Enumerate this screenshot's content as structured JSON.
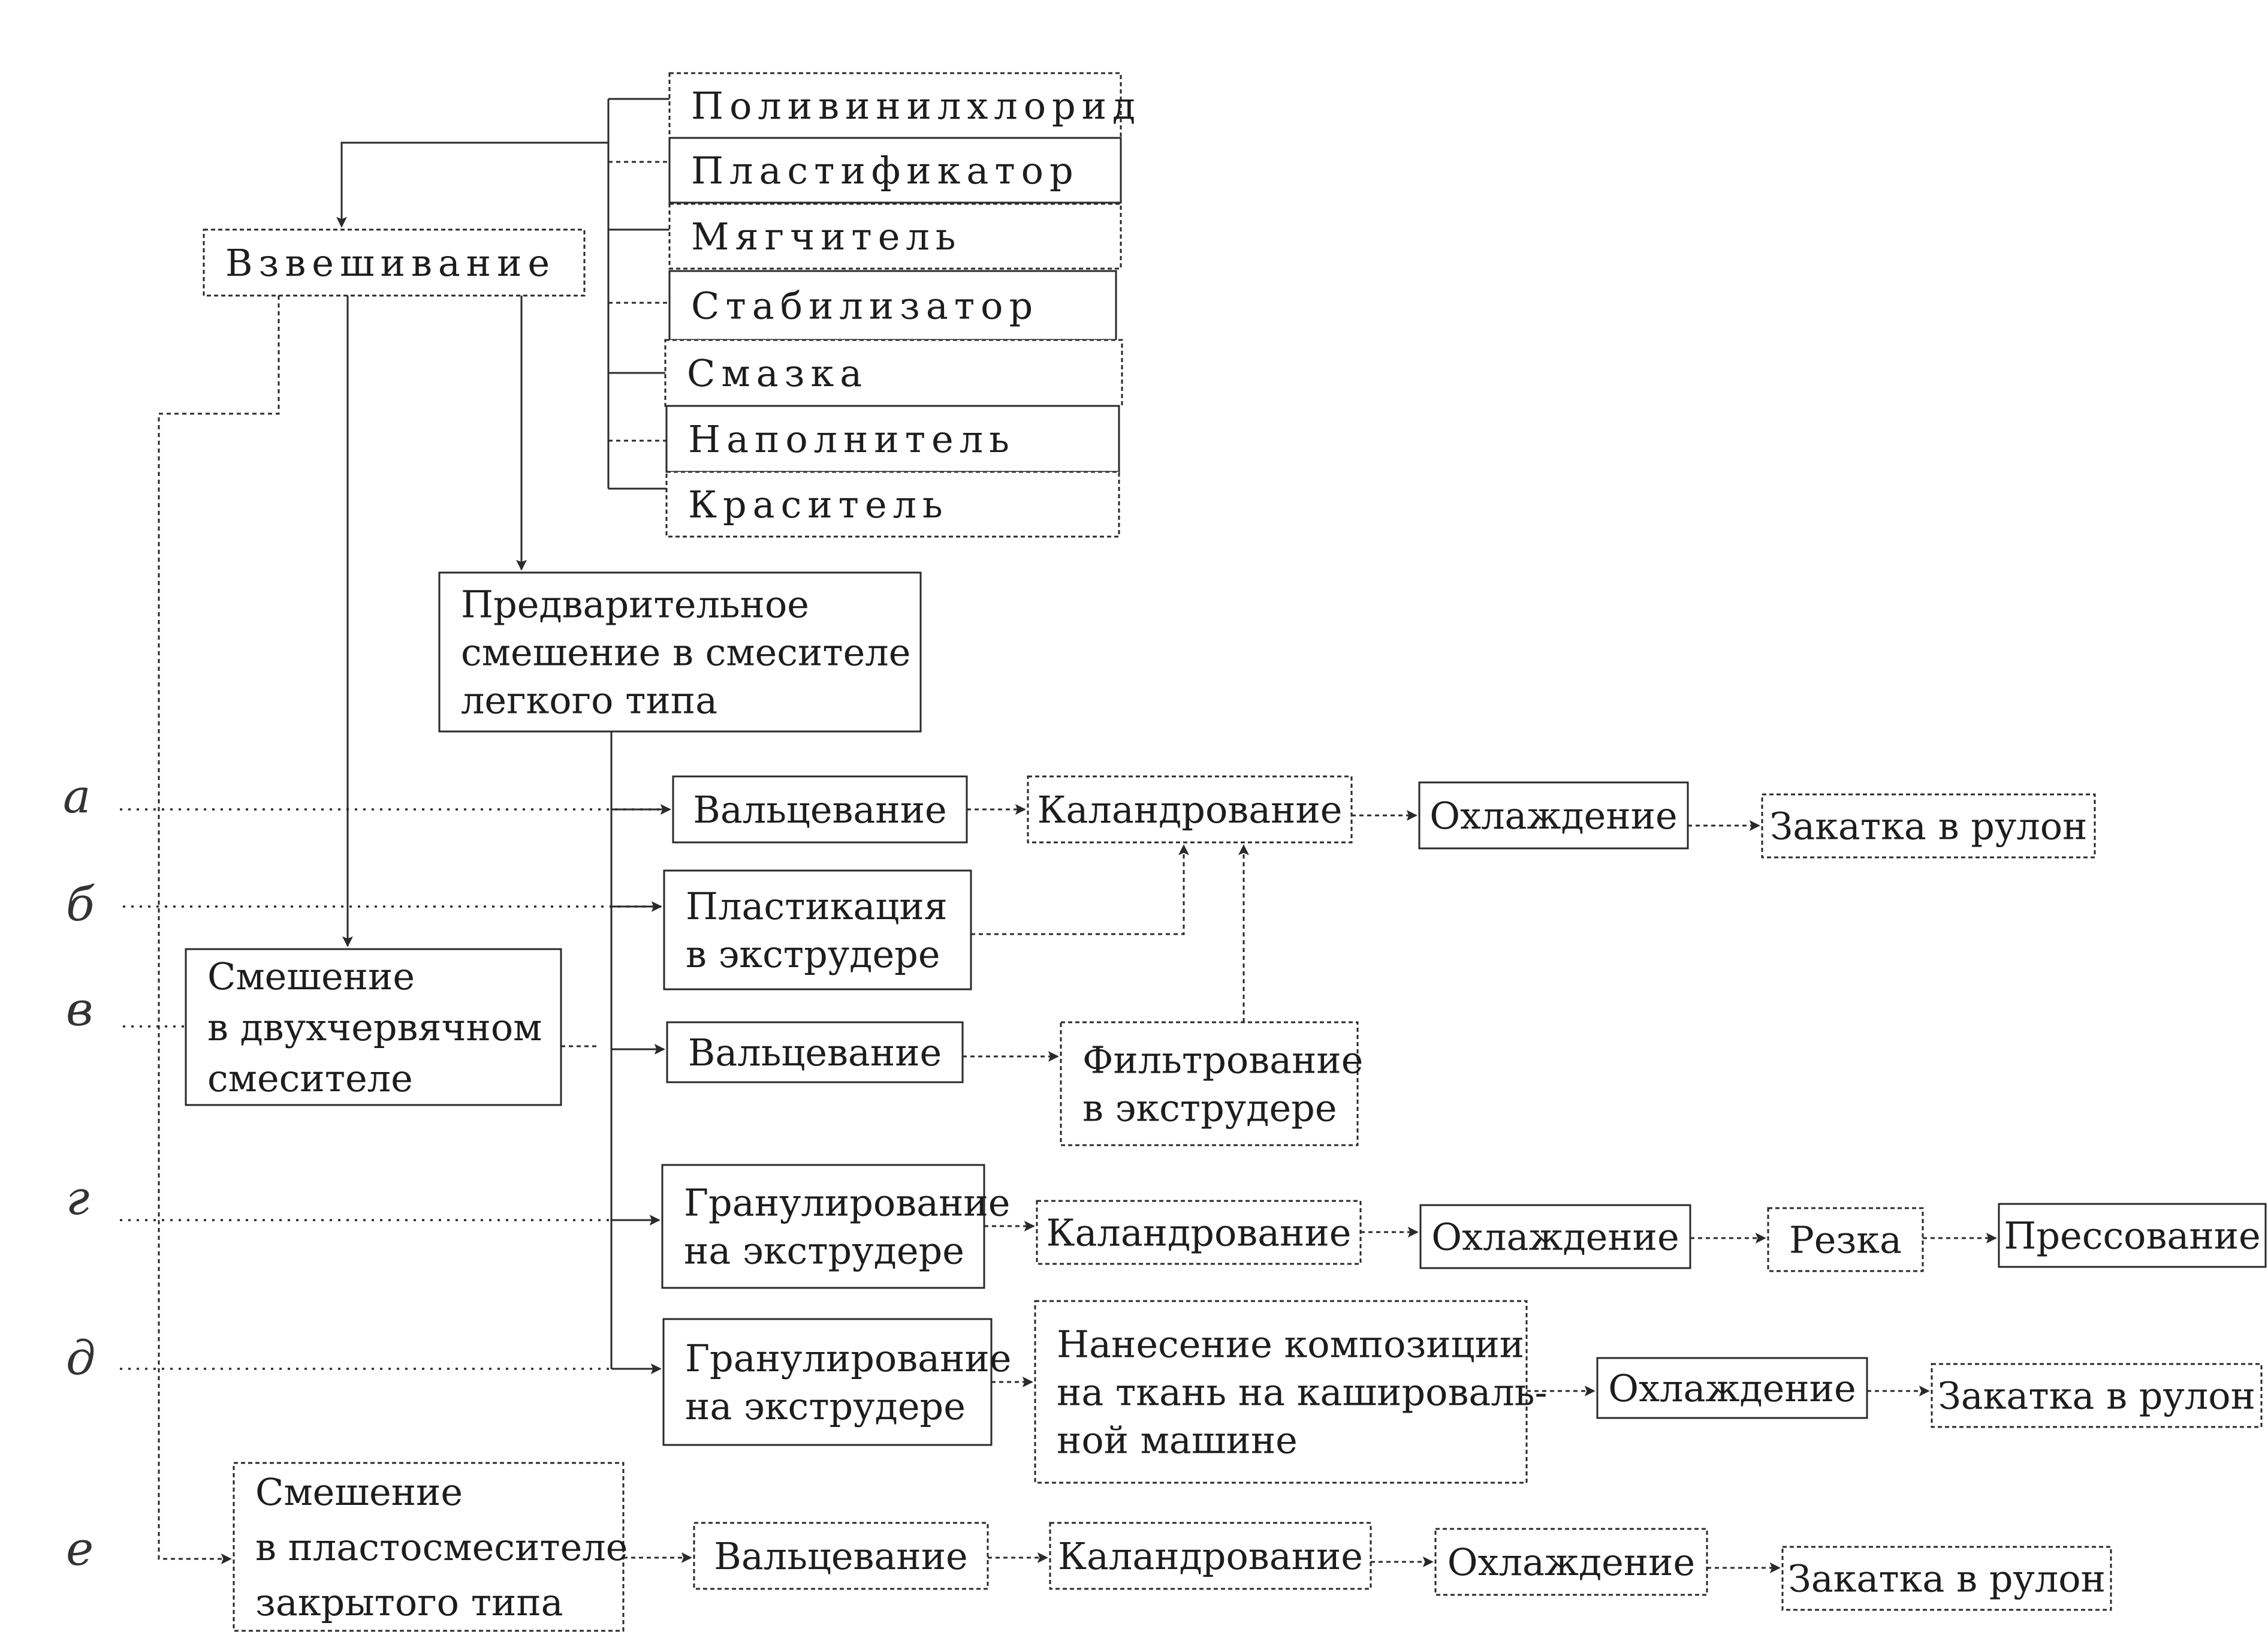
{
  "components": [
    {
      "id": "pvc",
      "label": "Поливинилхлорид"
    },
    {
      "id": "plasticizer",
      "label": "Пластификатор"
    },
    {
      "id": "softener",
      "label": "Мягчитель"
    },
    {
      "id": "stabilizer",
      "label": "Стабилизатор"
    },
    {
      "id": "lubricant",
      "label": "Смазка"
    },
    {
      "id": "filler",
      "label": "Наполнитель"
    },
    {
      "id": "dye",
      "label": "Краситель"
    }
  ],
  "process": {
    "weighing": "Взвешивание",
    "premix": [
      "Предварительное",
      "смешение в смесителе",
      "легкого типа"
    ],
    "twin_screw_mix": [
      "Смешение",
      "в двухчервячном",
      "смесителе"
    ],
    "closed_mix": [
      "Смешение",
      "в пластосмесителе",
      "закрытого типа"
    ]
  },
  "rows": [
    {
      "id": "a",
      "label": "а",
      "steps": [
        [
          "Вальцевание"
        ],
        [
          "Каландрование"
        ],
        [
          "Охлаждение"
        ],
        [
          "Закатка в рулон"
        ]
      ]
    },
    {
      "id": "b",
      "label": "б",
      "steps": [
        [
          "Пластикация",
          "в экструдере"
        ]
      ]
    },
    {
      "id": "v",
      "label": "в",
      "steps": [
        [
          "Вальцевание"
        ],
        [
          "Фильтрование",
          "в экструдере"
        ]
      ]
    },
    {
      "id": "g",
      "label": "г",
      "steps": [
        [
          "Гранулирование",
          "на экструдере"
        ],
        [
          "Каландрование"
        ],
        [
          "Охлаждение"
        ],
        [
          "Резка"
        ],
        [
          "Прессование"
        ]
      ]
    },
    {
      "id": "d",
      "label": "д",
      "steps": [
        [
          "Гранулирование",
          "на экструдере"
        ],
        [
          "Нанесение композиции",
          "на ткань на кашироваль-",
          "ной машине"
        ],
        [
          "Охлаждение"
        ],
        [
          "Закатка в рулон"
        ]
      ]
    },
    {
      "id": "e",
      "label": "е",
      "steps": [
        [
          "Вальцевание"
        ],
        [
          "Каландрование"
        ],
        [
          "Охлаждение"
        ],
        [
          "Закатка в рулон"
        ]
      ]
    }
  ]
}
